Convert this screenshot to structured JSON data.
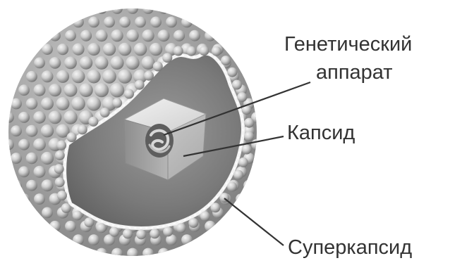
{
  "labels": {
    "genetic_line1": "Генетический",
    "genetic_line2": "аппарат",
    "capsid": "Капсид",
    "supercapsid": "Суперкапсид"
  },
  "colors": {
    "text": "#333333",
    "leader_line": "#333333",
    "bead_light": "#e6e6e6",
    "bead_dark": "#6f6f6f",
    "interior": "#7a7a7a"
  }
}
